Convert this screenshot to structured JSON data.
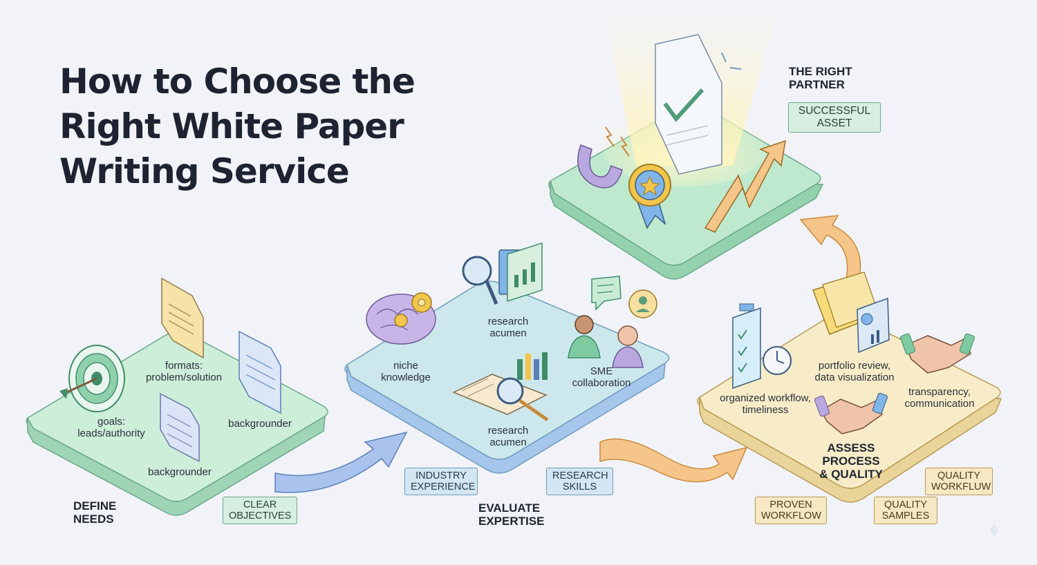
{
  "title_lines": [
    "How to Choose the",
    "Right White Paper",
    "Writing Service"
  ],
  "stages": {
    "define": {
      "label_lines": [
        "DEFINE",
        "NEEDS"
      ],
      "tag_lines": [
        "CLEAR",
        "OBJECTIVES"
      ],
      "items": {
        "goals": [
          "goals:",
          "leads/authority"
        ],
        "formats": [
          "formats:",
          "problem/solution"
        ],
        "backgrounder_right": [
          "backgrounder"
        ],
        "backgrounder_bottom": [
          "backgrounder"
        ]
      }
    },
    "evaluate": {
      "label_lines": [
        "EVALUATE",
        "EXPERTISE"
      ],
      "tags": [
        {
          "lines": [
            "INDUSTRY",
            "EXPERIENCE"
          ]
        },
        {
          "lines": [
            "RESEARCH",
            "SKILLS"
          ]
        }
      ],
      "items": {
        "niche": [
          "niche",
          "knowledge"
        ],
        "research_top": [
          "research",
          "acumen"
        ],
        "research_bottom": [
          "research",
          "acumen"
        ],
        "sme": [
          "SME",
          "collaboration"
        ]
      }
    },
    "assess": {
      "label_lines": [
        "ASSESS PROCESS",
        "& QUALITY"
      ],
      "tags": [
        {
          "lines": [
            "PROVEN",
            "WORKFLOW"
          ]
        },
        {
          "lines": [
            "QUALITY",
            "SAMPLES"
          ]
        },
        {
          "lines": [
            "QUALITY",
            "WORKFLUW"
          ]
        }
      ],
      "items": {
        "workflow": [
          "organized workflow,",
          "timeliness"
        ],
        "portfolio": [
          "portfolio review,",
          "data visualization"
        ],
        "transparency": [
          "transparency,",
          "communication"
        ]
      }
    },
    "partner": {
      "label_lines": [
        "THE RIGHT",
        "PARTNER"
      ],
      "tag_lines": [
        "SUCCESSFUL",
        "ASSET"
      ]
    }
  },
  "colors": {
    "background": "#f1f3f8",
    "green_platform": "#cdeed9",
    "blue_platform": "#cde8ec",
    "yellow_platform": "#f8ecc8",
    "partner_platform": "#bfe9cf",
    "arrow_blue": "#a9c3ee",
    "arrow_orange": "#f6c58a"
  },
  "icons": [
    "target-icon",
    "document-icon",
    "brain-gears-icon",
    "magnifier-book-icon",
    "chart-book-icon",
    "chat-bubble-icon",
    "people-icon",
    "clipboard-clock-icon",
    "handshake-icon",
    "folder-chart-icon",
    "magnet-icon",
    "award-badge-icon",
    "growth-arrow-icon",
    "checked-document-icon"
  ]
}
